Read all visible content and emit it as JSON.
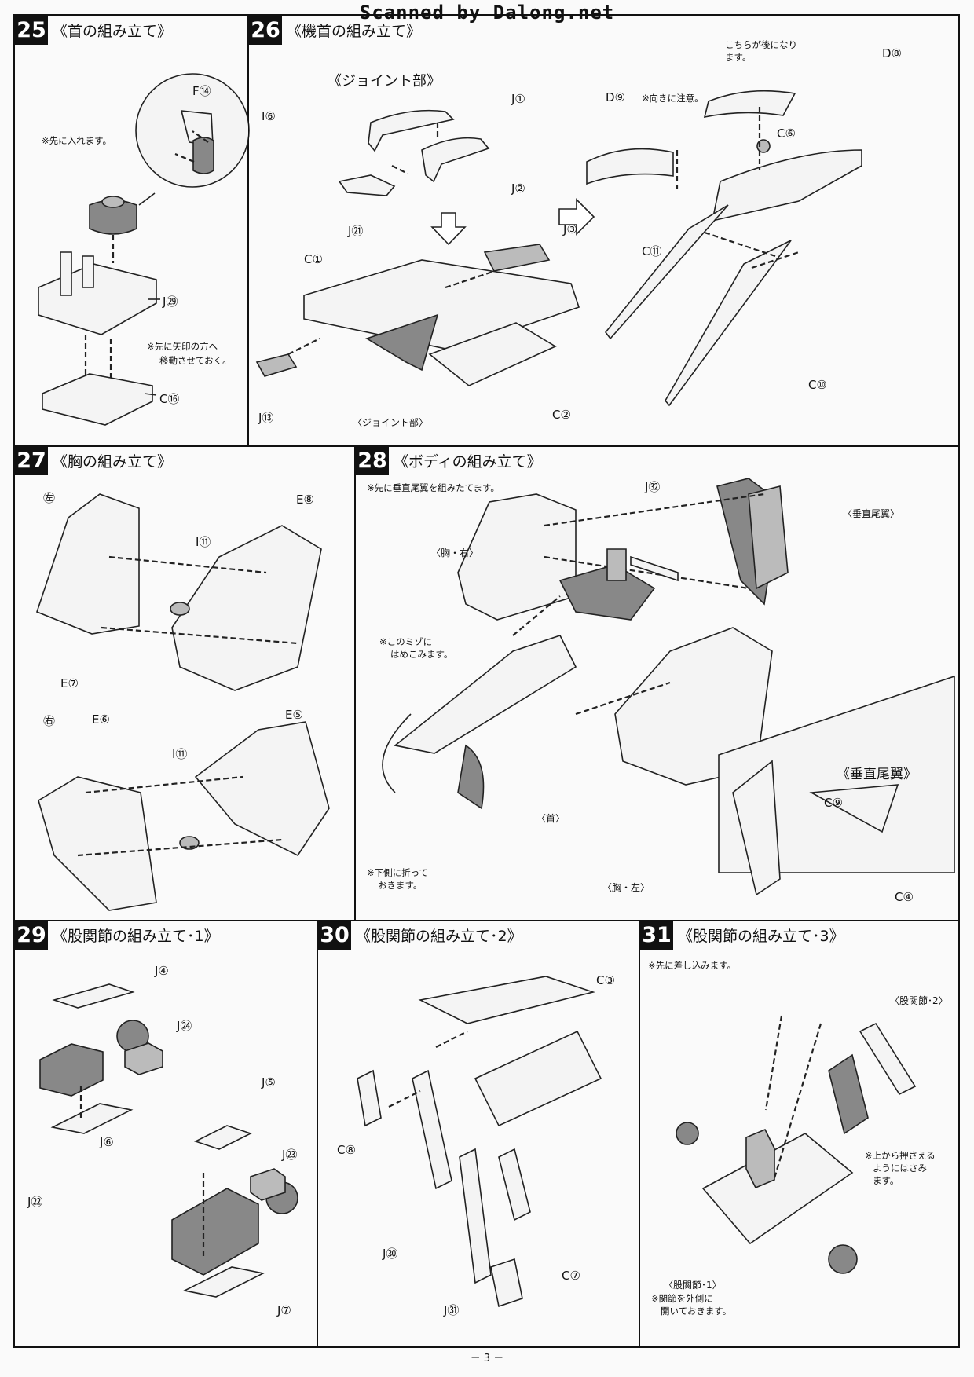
{
  "watermark": "Scanned by Dalong.net",
  "page_number": "－ 3 －",
  "panels": [
    {
      "num": "25",
      "title": "《首の組み立て》",
      "labels": {
        "f14": "F⑭",
        "i6": "I⑥",
        "j29": "J㉙",
        "c16": "C⑯"
      },
      "notes": {
        "first": "※先に入れます。",
        "arrow1": "※先に矢印の方へ",
        "arrow2": "移動させておく。"
      }
    },
    {
      "num": "26",
      "title": "《機首の組み立て》",
      "subtitle": "《ジョイント部》",
      "labels": {
        "j1": "J①",
        "j2": "J②",
        "j21": "J㉑",
        "j3": "J③",
        "c1": "C①",
        "j13": "J⑬",
        "c2": "C②",
        "d9": "D⑨",
        "d8": "D⑧",
        "c6": "C⑥",
        "c11": "C⑪",
        "c10": "C⑩",
        "joint_small": "〈ジョイント部〉"
      },
      "notes": {
        "orient": "※向きに注意。",
        "back1": "こちらが後になり",
        "back2": "ます。"
      }
    },
    {
      "num": "27",
      "title": "《胸の組み立て》",
      "labels": {
        "left": "㊧",
        "right": "㊨",
        "e8": "E⑧",
        "i11a": "I⑪",
        "e7": "E⑦",
        "e6": "E⑥",
        "i11b": "I⑪",
        "e5": "E⑤"
      }
    },
    {
      "num": "28",
      "title": "《ボディの組み立て》",
      "labels": {
        "j32": "J㉜",
        "vt": "〈垂直尾翼〉",
        "chest_r": "〈胸・右〉",
        "neck": "〈首〉",
        "chest_l": "〈胸・左〉",
        "c9": "C⑨",
        "c4": "C④",
        "vt_title": "《垂直尾翼》"
      },
      "notes": {
        "first": "※先に垂直尾翼を組みたてます。",
        "groove1": "※このミゾに",
        "groove2": "はめこみます。",
        "fold1": "※下側に折って",
        "fold2": "おきます。"
      }
    },
    {
      "num": "29",
      "title": "《股関節の組み立て･1》",
      "labels": {
        "j4": "J④",
        "j24": "J㉔",
        "j6": "J⑥",
        "j22": "J㉒",
        "j5": "J⑤",
        "j23": "J㉓",
        "j7": "J⑦"
      }
    },
    {
      "num": "30",
      "title": "《股関節の組み立て･2》",
      "labels": {
        "c3": "C③",
        "c8": "C⑧",
        "j30": "J㉚",
        "j31": "J㉛",
        "c7": "C⑦"
      }
    },
    {
      "num": "31",
      "title": "《股関節の組み立て･3》",
      "labels": {
        "hip2": "〈股関節･2〉",
        "hip1": "〈股関節･1〉"
      },
      "notes": {
        "first": "※先に差し込みます。",
        "press1": "※上から押さえる",
        "press2": "ようにはさみ",
        "press3": "ます。",
        "open1": "※関節を外側に",
        "open2": "開いておきます。"
      }
    }
  ]
}
